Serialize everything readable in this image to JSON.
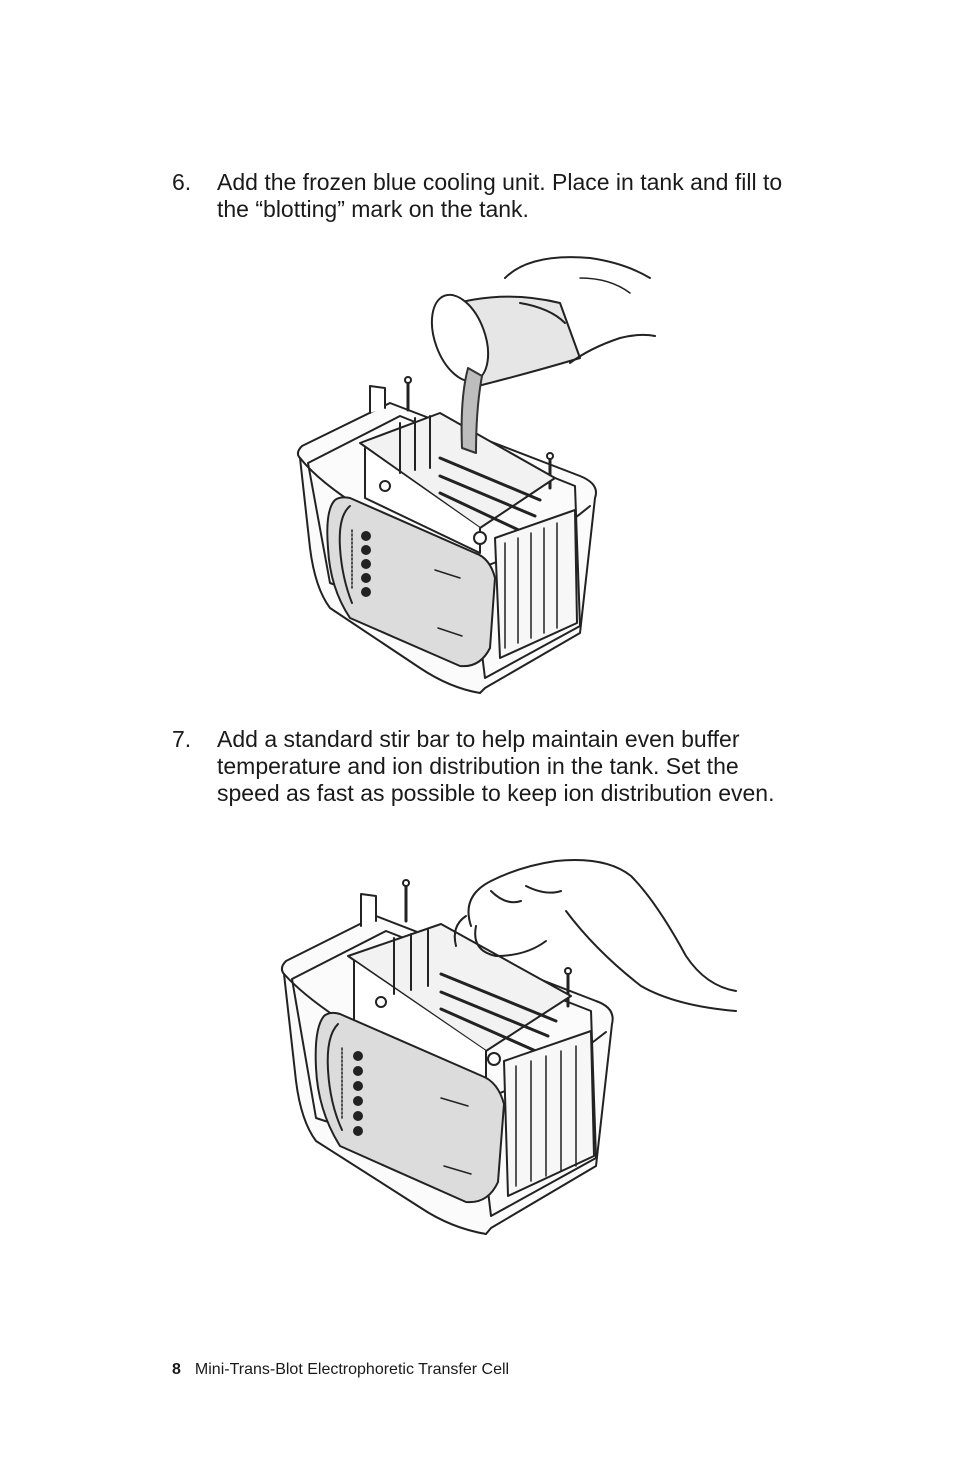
{
  "steps": [
    {
      "number": "6.",
      "text": "Add the frozen blue cooling unit. Place in tank and fill to the “blotting” mark on the tank."
    },
    {
      "number": "7.",
      "text": "Add a standard stir bar to help maintain even buffer temperature and ion distribution in the tank. Set the speed as fast as possible to keep ion distribution even."
    }
  ],
  "footer": {
    "page_number": "8",
    "title": "Mini-Trans-Blot Electrophoretic Transfer Cell"
  }
}
